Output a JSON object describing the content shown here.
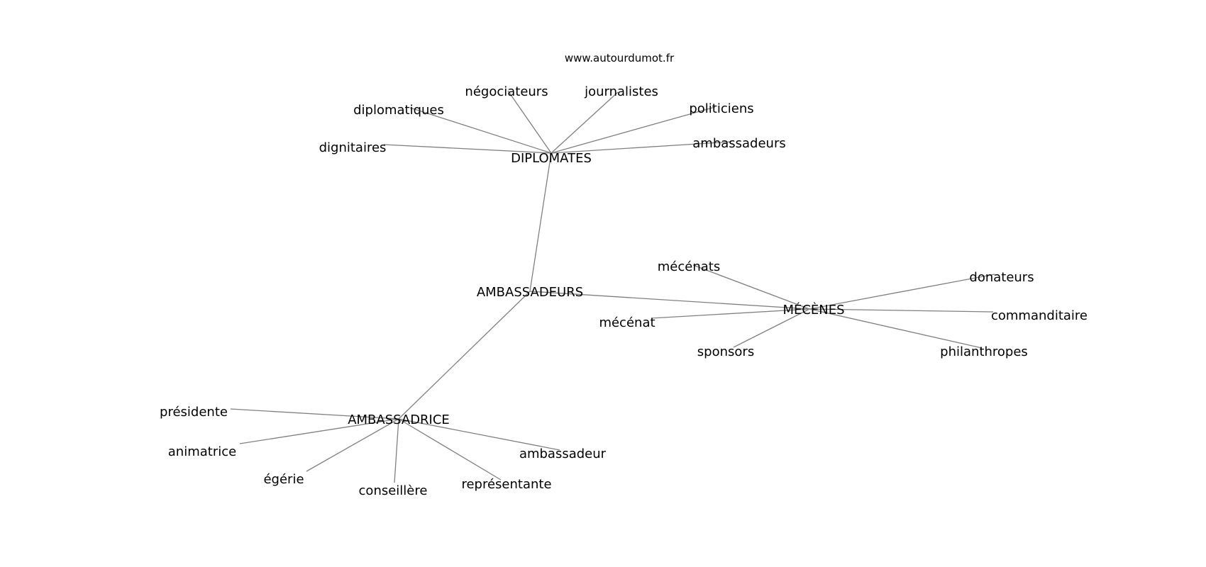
{
  "watermark": "www.autourdumot.fr",
  "edge_color": "#808080",
  "text_color": "#000000",
  "background": "#ffffff",
  "nodes": [
    {
      "id": "ambassadeurs_hub",
      "label": "AMBASSADEURS"
    },
    {
      "id": "diplomates",
      "label": "DIPLOMATES"
    },
    {
      "id": "mecenes",
      "label": "MÉCÈNES"
    },
    {
      "id": "ambassadrice",
      "label": "AMBASSADRICE"
    },
    {
      "id": "negociateurs",
      "label": "négociateurs"
    },
    {
      "id": "journalistes",
      "label": "journalistes"
    },
    {
      "id": "diplomatiques",
      "label": "diplomatiques"
    },
    {
      "id": "politiciens",
      "label": "politiciens"
    },
    {
      "id": "dignitaires",
      "label": "dignitaires"
    },
    {
      "id": "ambassadeurs_leaf",
      "label": "ambassadeurs"
    },
    {
      "id": "mecenats",
      "label": "mécénats"
    },
    {
      "id": "donateurs",
      "label": "donateurs"
    },
    {
      "id": "commanditaires",
      "label": "commanditaire"
    },
    {
      "id": "mecenat",
      "label": "mécénat"
    },
    {
      "id": "sponsors",
      "label": "sponsors"
    },
    {
      "id": "philanthropes",
      "label": "philanthropes"
    },
    {
      "id": "presidente",
      "label": "présidente"
    },
    {
      "id": "animatrice",
      "label": "animatrice"
    },
    {
      "id": "egerie",
      "label": "égérie"
    },
    {
      "id": "conseillere",
      "label": "conseillère"
    },
    {
      "id": "representante",
      "label": "représentante"
    },
    {
      "id": "ambassadeur",
      "label": "ambassadeur"
    }
  ],
  "edges": [
    [
      "ambassadeurs_hub",
      "diplomates"
    ],
    [
      "ambassadeurs_hub",
      "mecenes"
    ],
    [
      "ambassadeurs_hub",
      "ambassadrice"
    ],
    [
      "diplomates",
      "negociateurs"
    ],
    [
      "diplomates",
      "journalistes"
    ],
    [
      "diplomates",
      "diplomatiques"
    ],
    [
      "diplomates",
      "politiciens"
    ],
    [
      "diplomates",
      "dignitaires"
    ],
    [
      "diplomates",
      "ambassadeurs_leaf"
    ],
    [
      "mecenes",
      "mecenats"
    ],
    [
      "mecenes",
      "donateurs"
    ],
    [
      "mecenes",
      "commanditaires"
    ],
    [
      "mecenes",
      "mecenat"
    ],
    [
      "mecenes",
      "sponsors"
    ],
    [
      "mecenes",
      "philanthropes"
    ],
    [
      "ambassadrice",
      "presidente"
    ],
    [
      "ambassadrice",
      "animatrice"
    ],
    [
      "ambassadrice",
      "egerie"
    ],
    [
      "ambassadrice",
      "conseillere"
    ],
    [
      "ambassadrice",
      "representante"
    ],
    [
      "ambassadrice",
      "ambassadeur"
    ]
  ]
}
